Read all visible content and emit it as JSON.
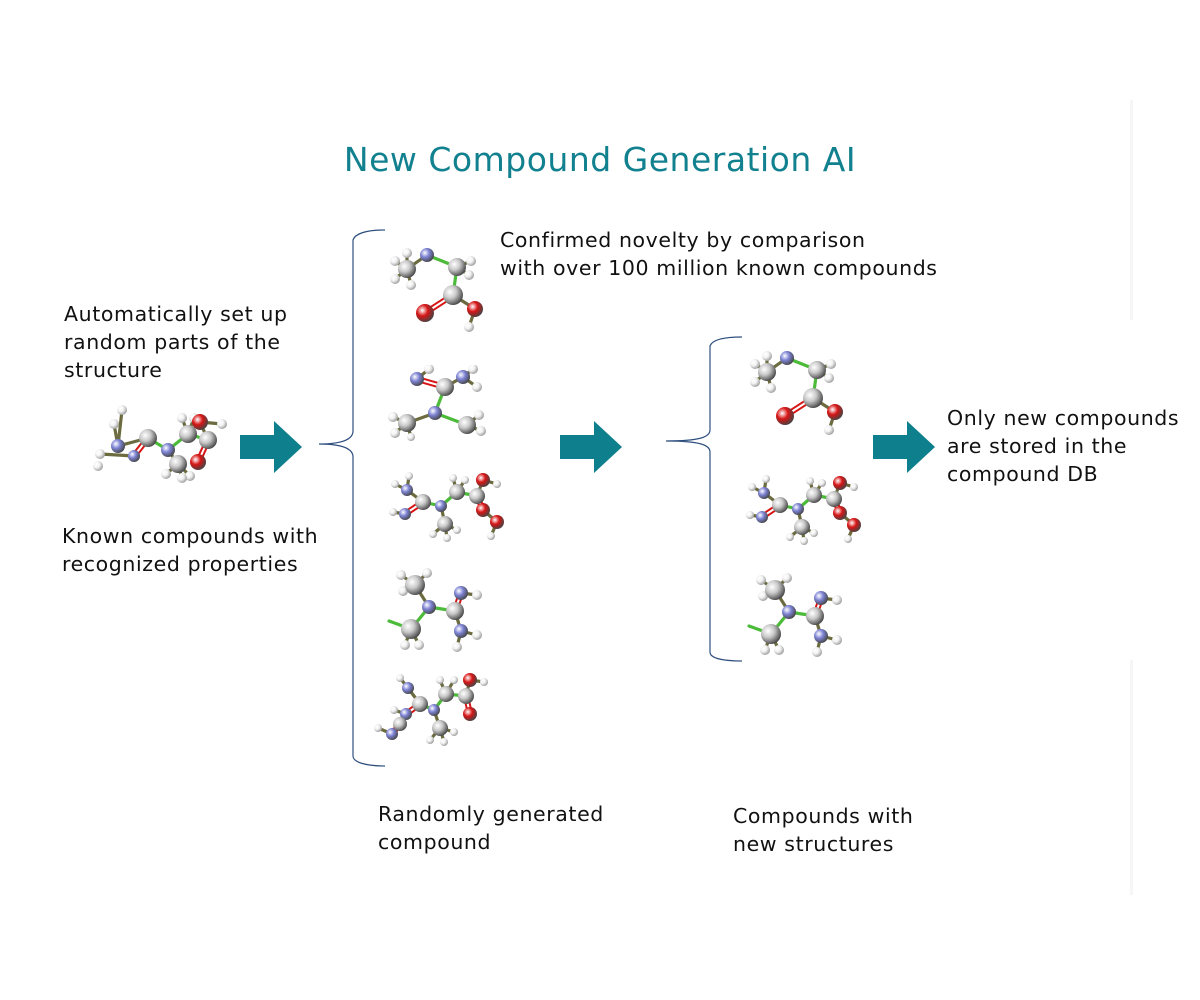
{
  "title": "New Compound Generation AI",
  "colors": {
    "accent": "#12818f",
    "arrow": "#0e7f8c",
    "brace": "#2f4f7f",
    "carbon": "#c9c9c9",
    "nitrogen": "#7d83d4",
    "oxygen": "#d81515",
    "hydrogen": "#f2f2f2",
    "bond_green": "#4cbb3a",
    "bond_olive": "#6b6b3f"
  },
  "stages": {
    "input": {
      "heading": "Automatically set up\nrandom parts of the\nstructure",
      "caption": "Known compounds with\nrecognized properties",
      "molecule": "creatine"
    },
    "generated": {
      "note": "Confirmed novelty by comparison\nwith over 100 million known compounds",
      "caption": "Randomly generated\ncompound",
      "molecules": [
        "fragment-acid",
        "fragment-guanidine",
        "creatine-peroxide",
        "fragment-guanidine-rot",
        "creatine-variant"
      ]
    },
    "novel": {
      "caption": "Compounds with\nnew structures",
      "molecules": [
        "fragment-acid",
        "creatine-peroxide",
        "fragment-guanidine-rot"
      ]
    },
    "output": {
      "caption": "Only new compounds\nare stored in the\ncompound DB"
    }
  },
  "icons": {
    "flow_arrow": "right-arrow-icon",
    "group_brace": "curly-brace-icon",
    "molecule": "ball-and-stick-molecule-icon"
  }
}
